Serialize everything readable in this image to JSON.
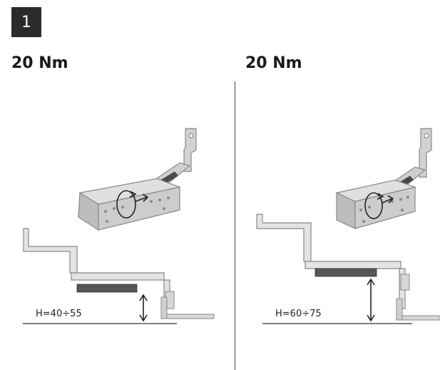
{
  "step": {
    "number": "1"
  },
  "left": {
    "torque": "20 Nm",
    "height_label": "H=40÷55"
  },
  "right": {
    "torque": "20 Nm",
    "height_label": "H=60÷75"
  },
  "colors": {
    "badge": "#2b2b2b",
    "metal": "#c9c9c9",
    "rail": "#555555",
    "arrow": "#222222"
  },
  "icons": {
    "rotate": "rotate-arrow-icon",
    "height": "double-arrow-icon"
  }
}
